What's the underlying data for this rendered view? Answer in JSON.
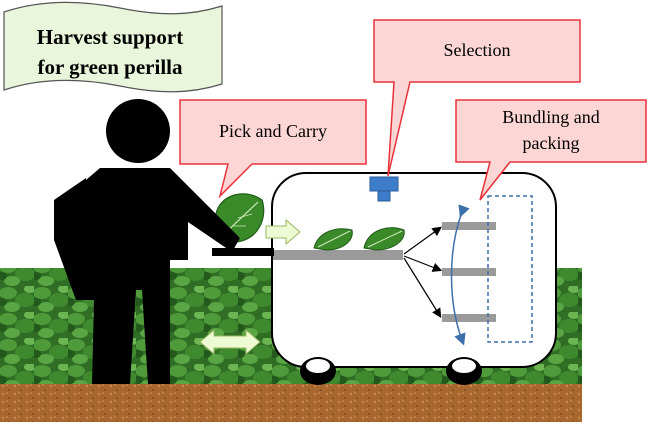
{
  "banner": {
    "line1": "Harvest support",
    "line2": "for green perilla"
  },
  "callouts": {
    "pick_carry": "Pick and Carry",
    "selection": "Selection",
    "bundling_line1": "Bundling and",
    "bundling_line2": "packing"
  },
  "colors": {
    "callout_fill": "#fcd5d5",
    "callout_border": "#e8333a",
    "banner_fill": "#eaf6dc",
    "leaf_green": "#3a8a2a",
    "soil": "#a0622b",
    "robot_body": "#ffffff",
    "camera": "#3d7cc9",
    "arrow_fill": "#eefad3",
    "conveyor": "#9a9a9a"
  },
  "icons": [
    "person-silhouette-icon",
    "perilla-leaf-icon",
    "camera-icon",
    "wheel-icon",
    "double-arrow-icon"
  ]
}
